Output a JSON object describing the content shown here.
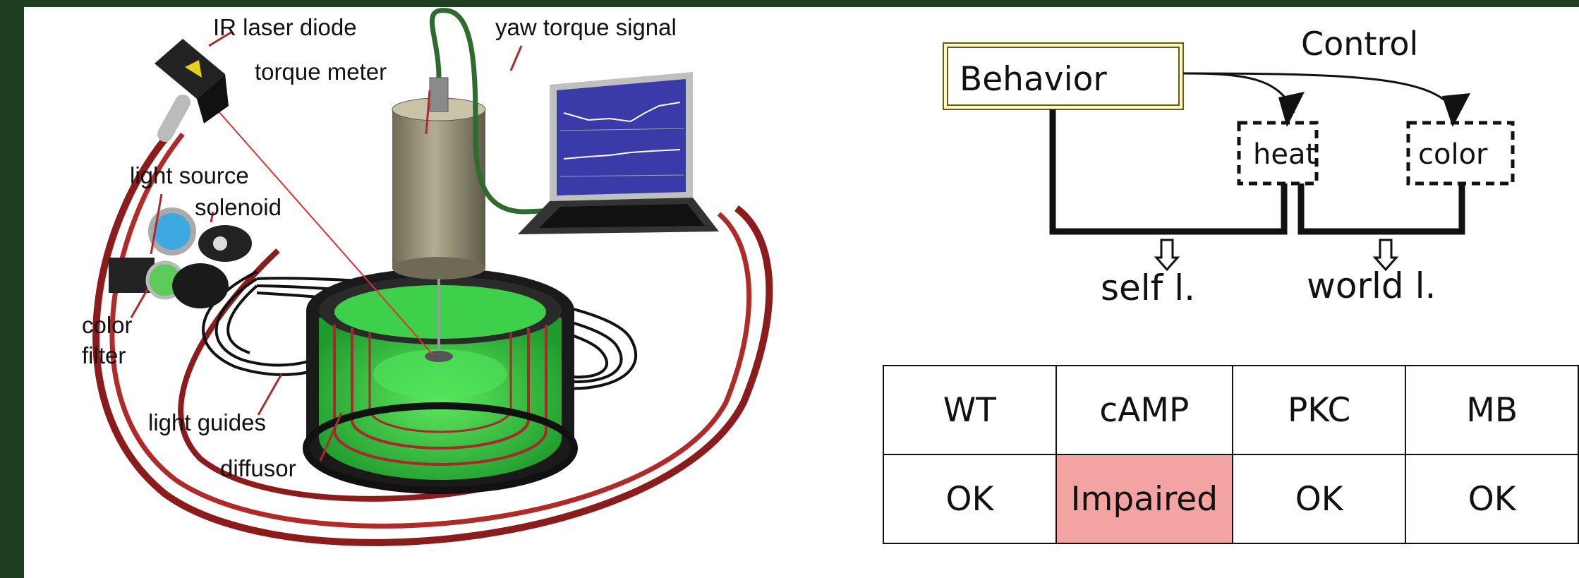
{
  "apparatus": {
    "labels": {
      "ir_laser": "IR laser diode",
      "yaw_signal": "yaw torque signal",
      "torque_meter": "torque meter",
      "light_source": "light source",
      "solenoid": "solenoid",
      "color_filter_1": "color",
      "color_filter_2": "filter",
      "light_guides": "light guides",
      "diffusor": "diffusor"
    }
  },
  "schema": {
    "behavior": "Behavior",
    "control": "Control",
    "heat": "heat",
    "color": "color",
    "self_learning": "self l.",
    "world_learning": "world l."
  },
  "results": {
    "headers": [
      "WT",
      "cAMP",
      "PKC",
      "MB"
    ],
    "values": [
      "OK",
      "Impaired",
      "OK",
      "OK"
    ],
    "impaired_color": "#f4a3a3"
  }
}
